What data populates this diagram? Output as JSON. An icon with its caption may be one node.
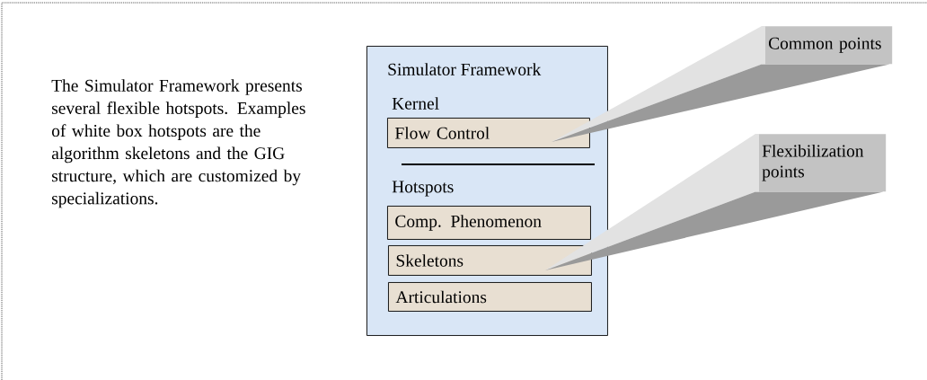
{
  "diagram": {
    "nodes": [
      {
        "text": [
          "Simulator Framework",
          "Kernel",
          "Hotspots"
        ]
      },
      {
        "text": [
          "Flow Control"
        ],
        "in": 0
      },
      {
        "text": [
          "Comp. Phenomenon"
        ],
        "in": 0
      },
      {
        "text": [
          "Skeletons"
        ],
        "in": 0
      },
      {
        "text": [
          "Articulations"
        ],
        "in": 0
      },
      {
        "text": [
          "Common points"
        ]
      },
      {
        "text": [
          "Flexibilization points"
        ]
      }
    ],
    "edges": [
      {
        "from": 5,
        "to": 1,
        "arrow": "none"
      },
      {
        "from": 6,
        "to": 3,
        "arrow": "none"
      }
    ],
    "labels": [
      "The Simulator Framework presents several flexible hotspots. Examples of white box hotspots are the algorithm skeletons and the GIG structure, which are customized by specializations."
    ]
  }
}
